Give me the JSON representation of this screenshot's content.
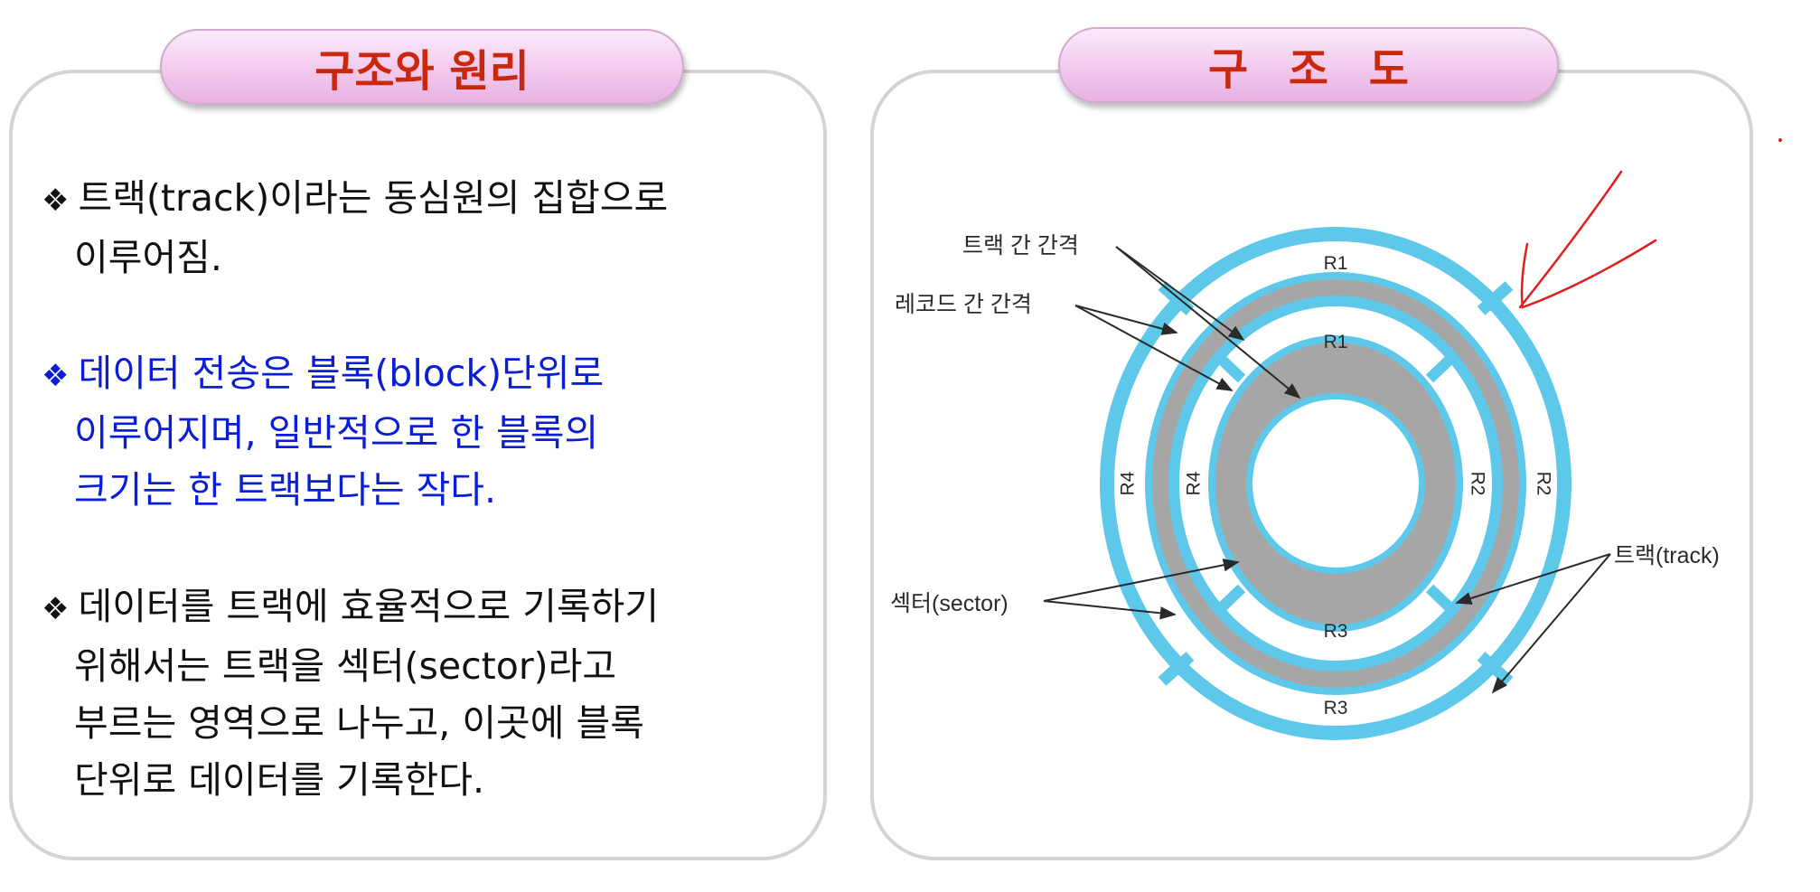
{
  "left_panel": {
    "title": "구조와 원리",
    "paragraphs": [
      {
        "bullet": "❖",
        "lines": [
          "트랙(track)이라는 동심원의 집합으로",
          "이루어짐."
        ]
      },
      {
        "bullet": "❖",
        "lines": [
          "데이터 전송은 블록(block)단위로",
          "이루어지며, 일반적으로 한 블록의",
          "크기는 한 트랙보다는 작다."
        ]
      },
      {
        "bullet": "❖",
        "lines": [
          "데이터를 트랙에 효율적으로 기록하기",
          "위해서는 트랙을 섹터(sector)라고",
          "부르는 영역으로 나누고, 이곳에 블록",
          "단위로 데이터를 기록한다."
        ]
      }
    ]
  },
  "right_panel": {
    "title": "구 조 도",
    "diagram": {
      "labels": {
        "track_gap": "트랙 간 간격",
        "record_gap": "레코드 간 간격",
        "sector": "섹터(sector)",
        "track": "트랙(track)"
      },
      "outer_records": [
        "R1",
        "R2",
        "R3",
        "R4"
      ],
      "inner_records": [
        "R1",
        "R2",
        "R3",
        "R4"
      ]
    }
  },
  "colors": {
    "title_text": "#c8280e",
    "highlight_text": "#0a1ed6",
    "track_blue": "#5ec8ea",
    "gap_gray": "#a6a6a6",
    "annotation_red": "#e01e1e"
  }
}
